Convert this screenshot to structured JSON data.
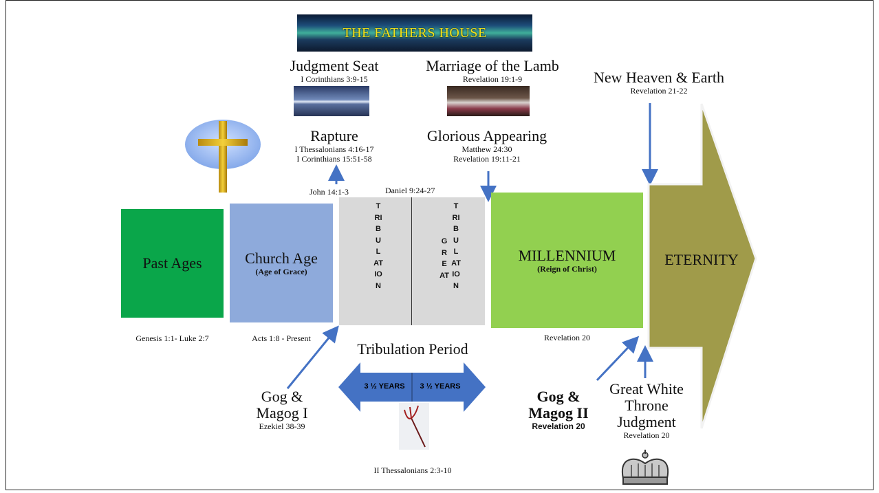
{
  "banner_text": "THE FATHERS HOUSE",
  "judgment_seat": {
    "title": "Judgment Seat",
    "ref": "I Corinthians 3:9-15"
  },
  "marriage": {
    "title": "Marriage of the Lamb",
    "ref": "Revelation 19:1-9"
  },
  "new_heaven": {
    "title": "New Heaven & Earth",
    "ref": "Revelation 21-22"
  },
  "rapture": {
    "title": "Rapture",
    "ref1": "I Thessalonians 4:16-17",
    "ref2": "I Corinthians 15:51-58"
  },
  "glorious": {
    "title": "Glorious Appearing",
    "ref1": "Matthew 24:30",
    "ref2": "Revelation 19:11-21"
  },
  "john_ref": "John 14:1-3",
  "daniel_ref": "Daniel 9:24-27",
  "past_ages": {
    "label": "Past Ages",
    "ref": "Genesis 1:1-  Luke 2:7",
    "color": "#0aa64a"
  },
  "church_age": {
    "label": "Church Age",
    "sub": "(Age of Grace)",
    "ref": "Acts 1:8 - Present",
    "color": "#8eaadb"
  },
  "tribulation": {
    "left_letters": "TRIBULATION",
    "great": "GREAT",
    "right_letters": "TRIBULATION",
    "color": "#d9d9d9"
  },
  "millennium": {
    "label": "MILLENNIUM",
    "sub": "(Reign of Christ)",
    "ref": "Revelation 20",
    "color": "#92d050"
  },
  "eternity": {
    "label": "ETERNITY",
    "color": "#a09b4a"
  },
  "trib_period": {
    "title": "Tribulation Period",
    "left": "3 ½  YEARS",
    "right": "3 ½ YEARS",
    "color": "#4472c4"
  },
  "thess_ref": "II Thessalonians 2:3-10",
  "gog1": {
    "line1": "Gog &",
    "line2": "Magog I",
    "ref": "Ezekiel 38-39"
  },
  "gog2": {
    "line1": "Gog &",
    "line2": "Magog II",
    "ref": "Revelation  20"
  },
  "white_throne": {
    "line1": "Great White",
    "line2": "Throne",
    "line3": "Judgment",
    "ref": "Revelation 20"
  },
  "arrow_color": "#4472c4"
}
